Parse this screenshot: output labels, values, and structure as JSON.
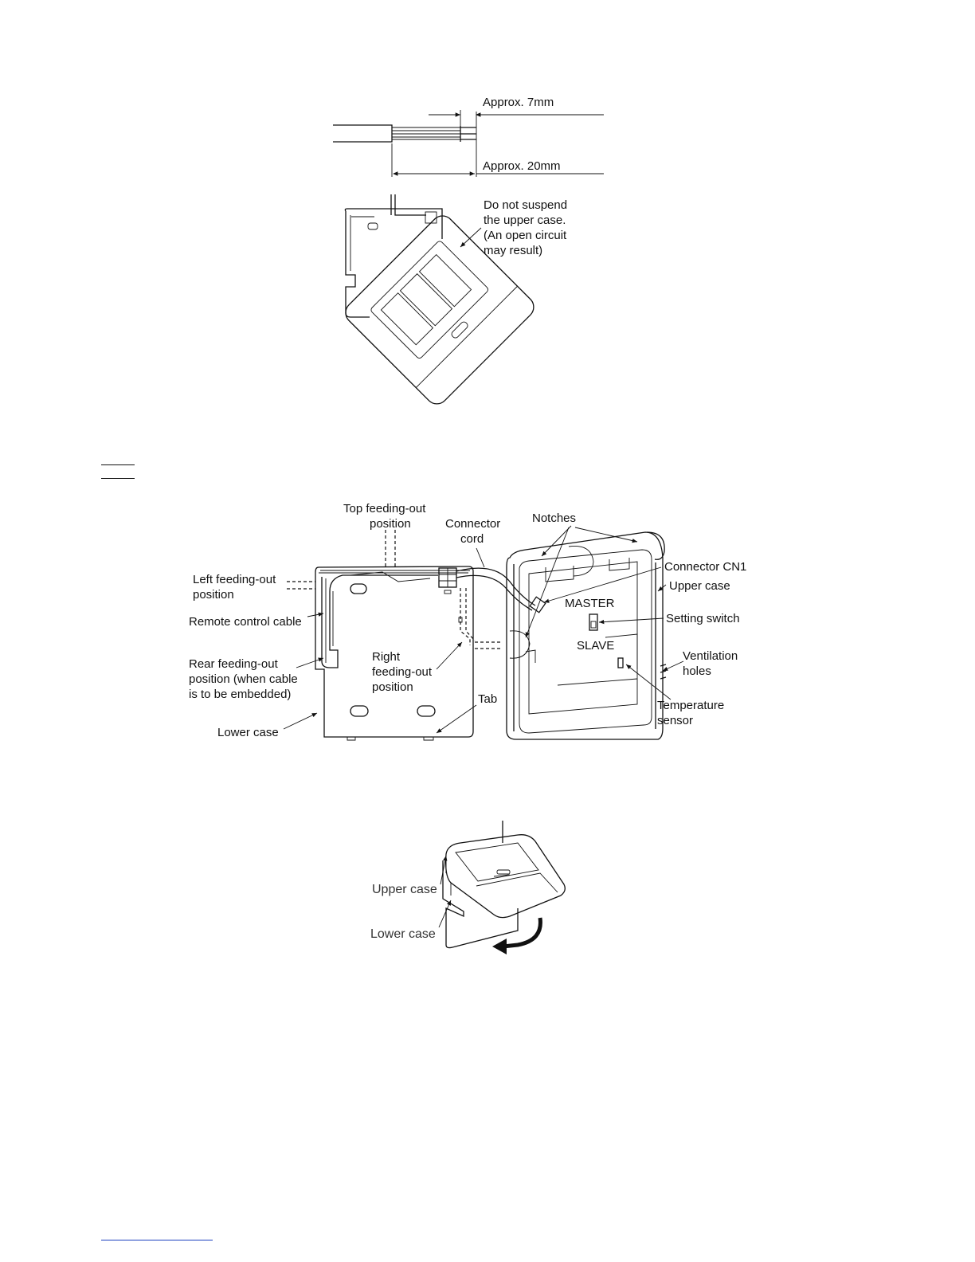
{
  "figure1": {
    "label_strip": "Approx. 7mm",
    "label_total": "Approx. 20mm"
  },
  "figure2": {
    "warning_lines": [
      "Do not suspend",
      "the upper case.",
      "(An open circuit",
      "may result)"
    ]
  },
  "figure3": {
    "top_feed": [
      "Top feeding-out",
      "position"
    ],
    "connector_cord": [
      "Connector",
      "cord"
    ],
    "notches": "Notches",
    "connector_cn1": "Connector CN1",
    "upper_case": "Upper case",
    "master": "MASTER",
    "setting_switch": "Setting switch",
    "slave": "SLAVE",
    "ventilation": [
      "Ventilation",
      "holes"
    ],
    "temperature": [
      "Temperature",
      "sensor"
    ],
    "left_feed": [
      "Left feeding-out",
      "position"
    ],
    "remote_cable": "Remote control cable",
    "rear_feed": [
      "Rear feeding-out",
      "position (when cable",
      "is to be embedded)"
    ],
    "right_feed": [
      "Right",
      "feeding-out",
      "position"
    ],
    "tab": "Tab",
    "lower_case": "Lower case"
  },
  "figure4": {
    "upper_case": "Upper case",
    "lower_case": "Lower case"
  }
}
